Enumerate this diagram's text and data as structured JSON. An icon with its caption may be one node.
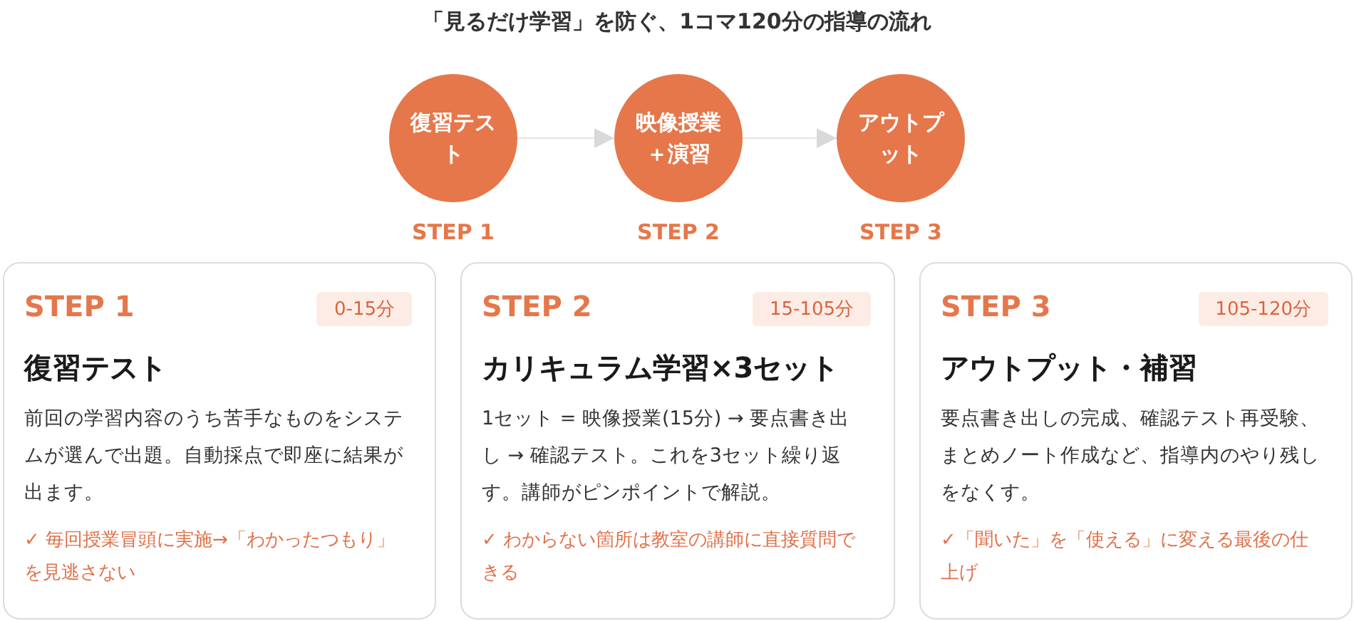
{
  "diagram": {
    "title": "「見るだけ学習」を防ぐ、1コマ120分の指導の流れ",
    "nodes": [
      {
        "text": [
          "復習テスト"
        ],
        "beside": [
          "STEP 1"
        ]
      },
      {
        "text": [
          "映像授業＋演習"
        ],
        "beside": [
          "STEP 2"
        ]
      },
      {
        "text": [
          "アウトプット"
        ],
        "beside": [
          "STEP 3"
        ]
      },
      {
        "text": [
          "STEP 1",
          "0-15分",
          "復習テスト",
          "前回の学習内容のうち苦手なものをシステムが選んで出題。自動採点で即座に結果が出ます。",
          "✓ 毎回授業冒頭に実施→「わかったつもり」を見逃さない"
        ]
      },
      {
        "text": [
          "STEP 2",
          "15-105分",
          "カリキュラム学習×3セット",
          "1セット = 映像授業(15分) → 要点書き出し → 確認テスト。これを3セット繰り返す。講師がピンポイントで解説。",
          "✓ わからない箇所は教室の講師に直接質問できる"
        ]
      },
      {
        "text": [
          "STEP 3",
          "105-120分",
          "アウトプット・補習",
          "要点書き出しの完成、確認テスト再受験、まとめノート作成など、指導内のやり残しをなくす。",
          "✓「聞いた」を「使える」に変える最後の仕上げ"
        ]
      }
    ],
    "edges": [
      {
        "from": 0,
        "to": 1,
        "arrow": "to"
      },
      {
        "from": 1,
        "to": 2,
        "arrow": "to"
      }
    ]
  }
}
